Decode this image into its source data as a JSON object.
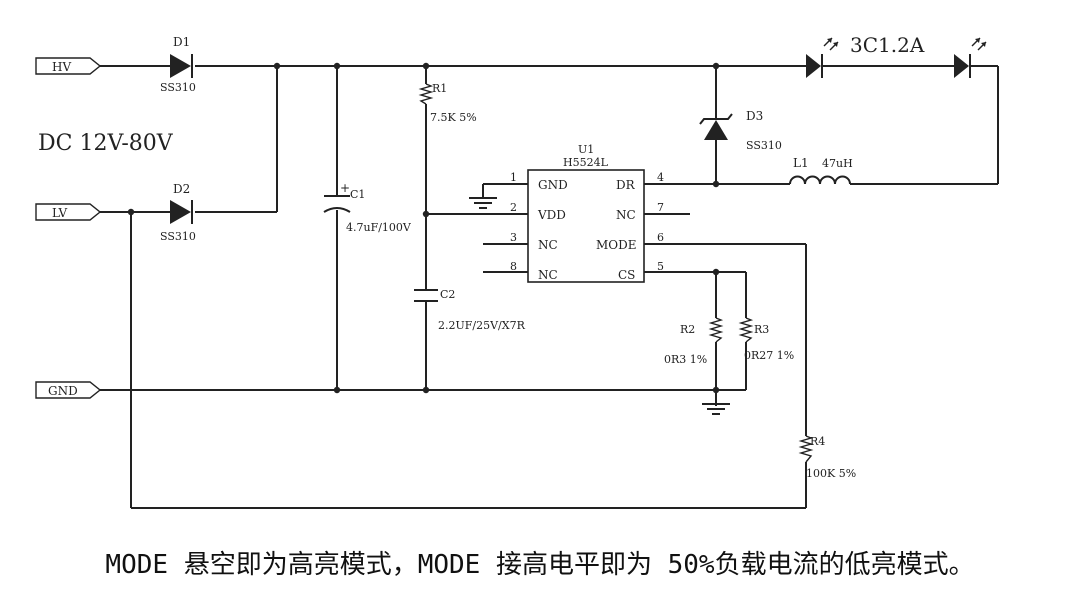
{
  "ports": {
    "hv": "HV",
    "lv": "LV",
    "gnd": "GND"
  },
  "input_range": "DC 12V-80V",
  "led_label": "3C1.2A",
  "components": {
    "d1": {
      "ref": "D1",
      "part": "SS310"
    },
    "d2": {
      "ref": "D2",
      "part": "SS310"
    },
    "d3": {
      "ref": "D3",
      "part": "SS310"
    },
    "c1": {
      "ref": "C1",
      "value": "4.7uF/100V"
    },
    "c2": {
      "ref": "C2",
      "value": "2.2UF/25V/X7R"
    },
    "r1": {
      "ref": "R1",
      "value": "7.5K  5%"
    },
    "r2": {
      "ref": "R2",
      "value": "0R3 1%"
    },
    "r3": {
      "ref": "R3",
      "value": "0R27 1%"
    },
    "r4": {
      "ref": "R4",
      "value": "100K  5%"
    },
    "l1": {
      "ref": "L1",
      "value": "47uH"
    }
  },
  "ic": {
    "ref": "U1",
    "part": "H5524L",
    "pins": [
      {
        "num": "1",
        "name": "GND"
      },
      {
        "num": "2",
        "name": "VDD"
      },
      {
        "num": "3",
        "name": "NC"
      },
      {
        "num": "8",
        "name": "NC"
      },
      {
        "num": "4",
        "name": "DR"
      },
      {
        "num": "7",
        "name": "NC"
      },
      {
        "num": "6",
        "name": "MODE"
      },
      {
        "num": "5",
        "name": "CS"
      }
    ]
  },
  "caption": "MODE 悬空即为高亮模式，MODE 接高电平即为 50%负载电流的低亮模式。"
}
